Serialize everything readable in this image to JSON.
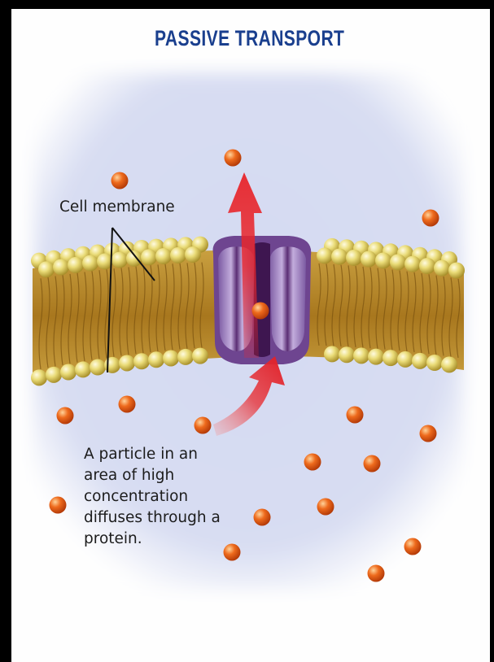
{
  "title": "PASSIVE TRANSPORT",
  "labels": {
    "cell_membrane": "Cell membrane",
    "caption_lines": [
      "A particle in an",
      "area of high",
      "concentration",
      "diffuses through a",
      "protein."
    ]
  },
  "colors": {
    "title": "#1a3f8e",
    "background_panel": "#d4daf2",
    "membrane_head": "#e8dc7a",
    "membrane_tail": "#b8892c",
    "protein": "#9b78bd",
    "particle": "#e2570f",
    "arrow": "#e8252b"
  }
}
